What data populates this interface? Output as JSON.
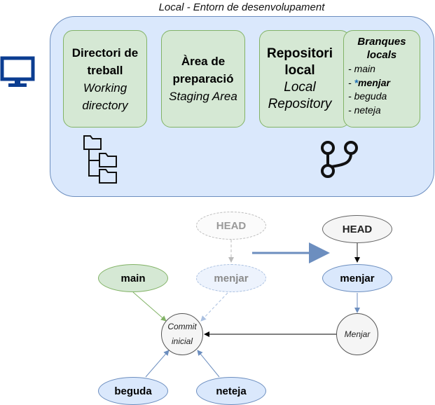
{
  "environment": {
    "title": "Local - Entorn de desenvolupament"
  },
  "areas": {
    "working": {
      "title_line1": "Directori de",
      "title_line2": "treball",
      "subtitle_line1": "Working",
      "subtitle_line2": "directory"
    },
    "staging": {
      "title_line1": "Àrea de",
      "title_line2": "preparació",
      "subtitle": "Staging Area"
    },
    "repository": {
      "title_line1": "Repositori",
      "title_line2": "local",
      "subtitle_line1": "Local",
      "subtitle_line2": "Repository"
    }
  },
  "branches_panel": {
    "title_line1": "Branques",
    "title_line2": "locals",
    "items": [
      {
        "prefix": "- ",
        "marker": "",
        "name": "main"
      },
      {
        "prefix": "- ",
        "marker": "*",
        "name": "menjar"
      },
      {
        "prefix": "- ",
        "marker": "",
        "name": "beguda"
      },
      {
        "prefix": "- ",
        "marker": "",
        "name": "neteja"
      }
    ]
  },
  "graph": {
    "before": {
      "head": "HEAD",
      "menjar": "menjar",
      "main": "main",
      "beguda": "beguda",
      "neteja": "neteja",
      "commit_line1": "Commit",
      "commit_line2": "inicial"
    },
    "after": {
      "head": "HEAD",
      "menjar": "menjar",
      "commit": "Menjar"
    }
  },
  "colors": {
    "env_fill": "#dae8fc",
    "env_stroke": "#6c8ebf",
    "green_fill": "#d5e8d4",
    "green_stroke": "#82b366",
    "icon_blue": "#0b3d91",
    "transition_arrow": "#6c8ebf"
  },
  "icons": [
    "computer-icon",
    "folder-tree-icon",
    "git-branch-icon"
  ]
}
